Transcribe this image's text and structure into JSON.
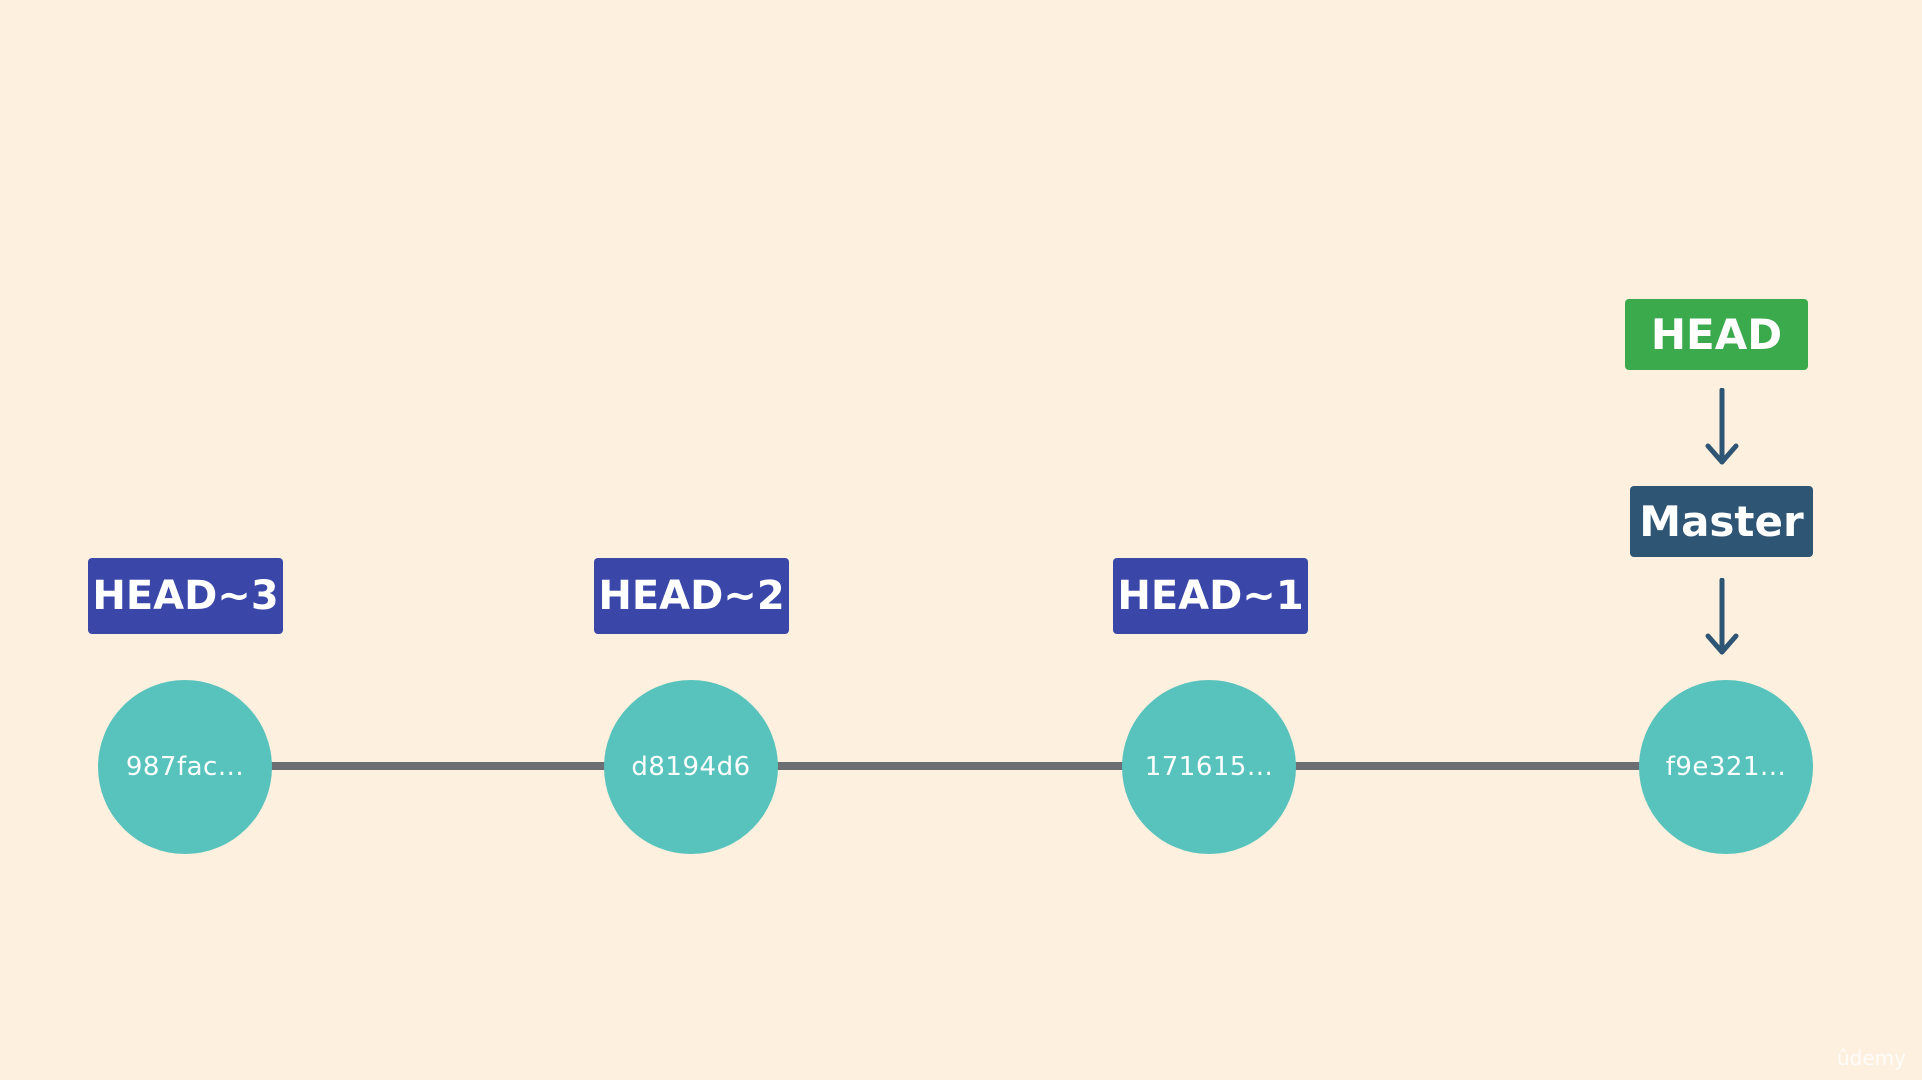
{
  "commits": [
    {
      "hash": "987fac...",
      "ref": "HEAD~3"
    },
    {
      "hash": "d8194d6",
      "ref": "HEAD~2"
    },
    {
      "hash": "171615...",
      "ref": "HEAD~1"
    },
    {
      "hash": "f9e321..."
    }
  ],
  "pointers": {
    "head": "HEAD",
    "branch": "Master"
  },
  "colors": {
    "background": "#fdf0de",
    "commit": "#58c3bd",
    "relative_ref": "#3a47a8",
    "head": "#3aaa4c",
    "branch": "#2f5575",
    "arrow": "#2f5575",
    "line": "#6b6e72"
  },
  "watermark": "ûdemy"
}
